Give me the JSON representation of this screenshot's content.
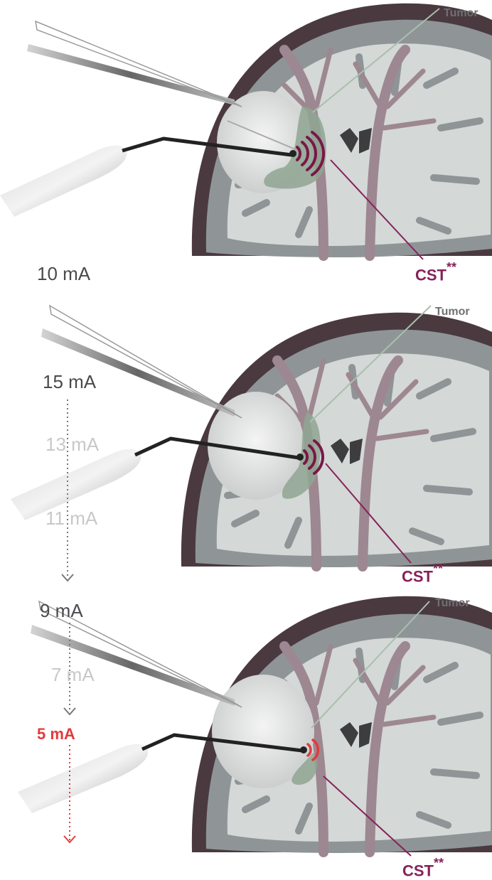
{
  "labels": {
    "tumor": "Tumor",
    "cst": "CST",
    "cst_marker": "**"
  },
  "panel1": {
    "current": "10 mA"
  },
  "panel2": {
    "start": "15 mA",
    "step1": "13 mA",
    "step2": "11 mA"
  },
  "panel3": {
    "start": "9 mA",
    "step1": "7 mA",
    "final": "5 mA"
  },
  "colors": {
    "skull": "#4a3a40",
    "brain_gray": "#8f9596",
    "white_matter": "#d4d8d6",
    "cst_tract": "#9d8790",
    "tumor": "#8fa693",
    "wave_dark": "#7a1747",
    "wave_alert": "#e23a3c",
    "probe_wire": "#222222"
  }
}
